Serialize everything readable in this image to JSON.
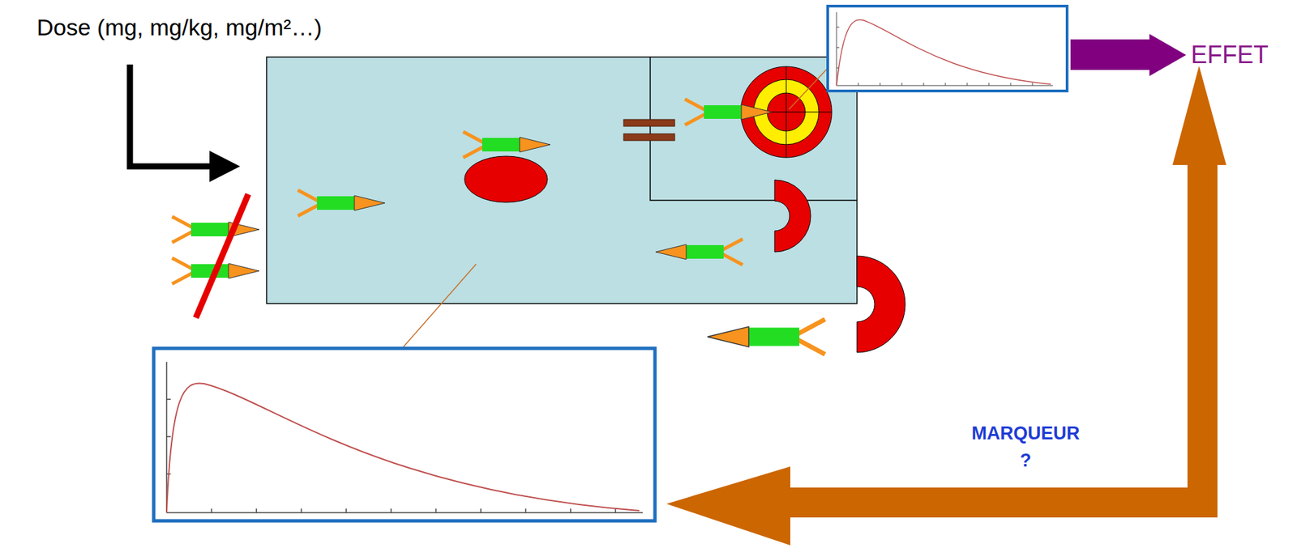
{
  "diagram": {
    "labels": [
      "Dose (mg, mg/kg, mg/m²…)",
      "EFFET",
      "MARQUEUR ?"
    ]
  }
}
